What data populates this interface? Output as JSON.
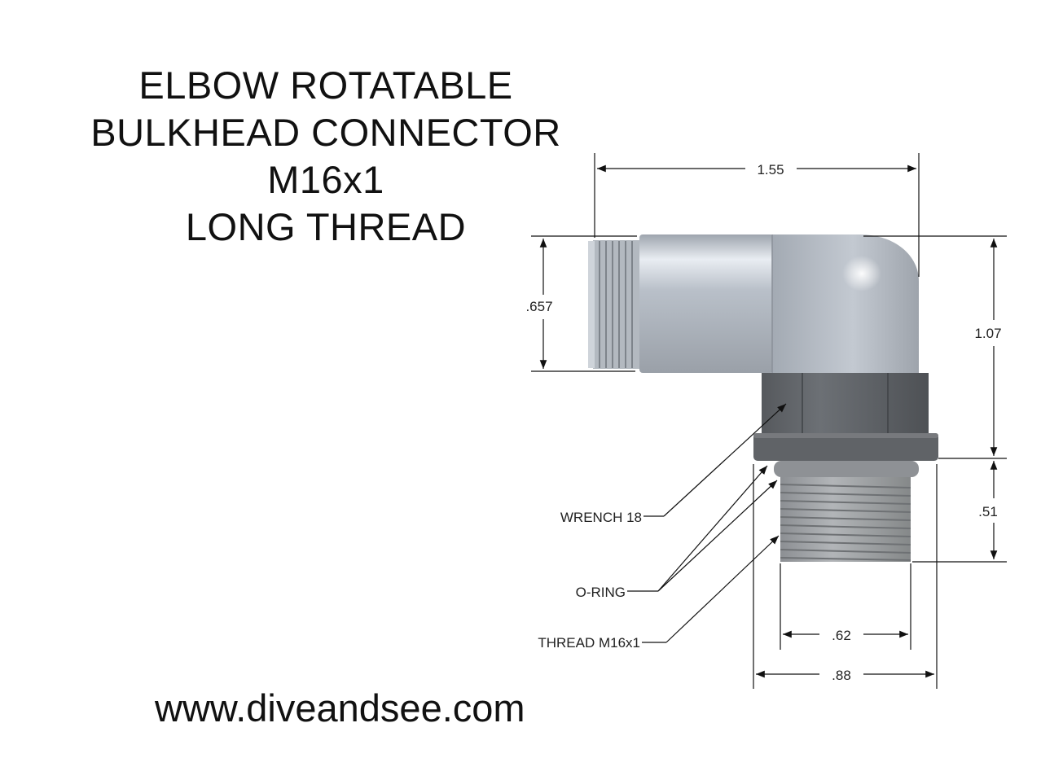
{
  "title": {
    "lines": [
      "ELBOW ROTATABLE",
      "BULKHEAD CONNECTOR",
      "M16x1",
      "LONG THREAD"
    ]
  },
  "website": "www.diveandsee.com",
  "dimensions": {
    "overall_width": "1.55",
    "body_diameter": ".657",
    "height": "1.07",
    "thread_length": ".51",
    "thread_diameter": ".62",
    "flange_diameter": ".88"
  },
  "callouts": {
    "wrench": "WRENCH 18",
    "oring": "O-RING",
    "thread": "THREAD M16x1"
  },
  "colors": {
    "body": "#a9afb8",
    "body_highlight": "#e6eaef",
    "nut": "#5f6368",
    "thread": "#9a9da1",
    "line": "#111111"
  }
}
